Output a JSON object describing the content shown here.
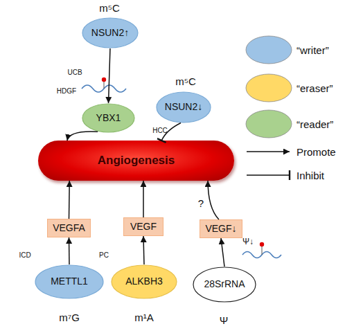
{
  "diagram": {
    "nodes": [
      {
        "text": [
          "NSUN2↑"
        ]
      },
      {
        "text": [
          "YBX1"
        ]
      },
      {
        "text": [
          "NSUN2↓"
        ]
      },
      {
        "text": [
          "Angiogenesis"
        ]
      },
      {
        "text": [
          "VEGFA"
        ]
      },
      {
        "text": [
          "METTL1"
        ]
      },
      {
        "text": [
          "VEGF"
        ]
      },
      {
        "text": [
          "ALKBH3"
        ]
      },
      {
        "text": [
          "VEGF↓"
        ]
      },
      {
        "text": [
          "28SrRNA"
        ]
      }
    ],
    "edges": [
      {
        "from": 0,
        "to": 1,
        "arrow": "to"
      },
      {
        "from": 1,
        "to": 3,
        "arrow": "to"
      },
      {
        "from": 2,
        "to": 3,
        "arrow": "to"
      },
      {
        "from": 5,
        "to": 4,
        "arrow": "to"
      },
      {
        "from": 4,
        "to": 3,
        "arrow": "to"
      },
      {
        "from": 7,
        "to": 6,
        "arrow": "to"
      },
      {
        "from": 6,
        "to": 3,
        "arrow": "to"
      },
      {
        "from": 9,
        "to": 8,
        "arrow": "to"
      },
      {
        "from": 8,
        "to": 3,
        "label": "?",
        "arrow": "to"
      }
    ],
    "labels": [
      "m⁵C",
      "UCB",
      "HDGF",
      "m⁵C",
      "HCC",
      "ICD",
      "PC",
      "Ψ↓",
      "m⁷G",
      "m¹A",
      "Ψ"
    ],
    "legend": [
      {
        "text": "“writer”",
        "color": "#9dc3e6"
      },
      {
        "text": "“eraser”",
        "color": "#ffd966"
      },
      {
        "text": "“reader”",
        "color": "#a9d18e"
      },
      {
        "text": "Promote"
      },
      {
        "text": "Inhibit"
      }
    ]
  }
}
